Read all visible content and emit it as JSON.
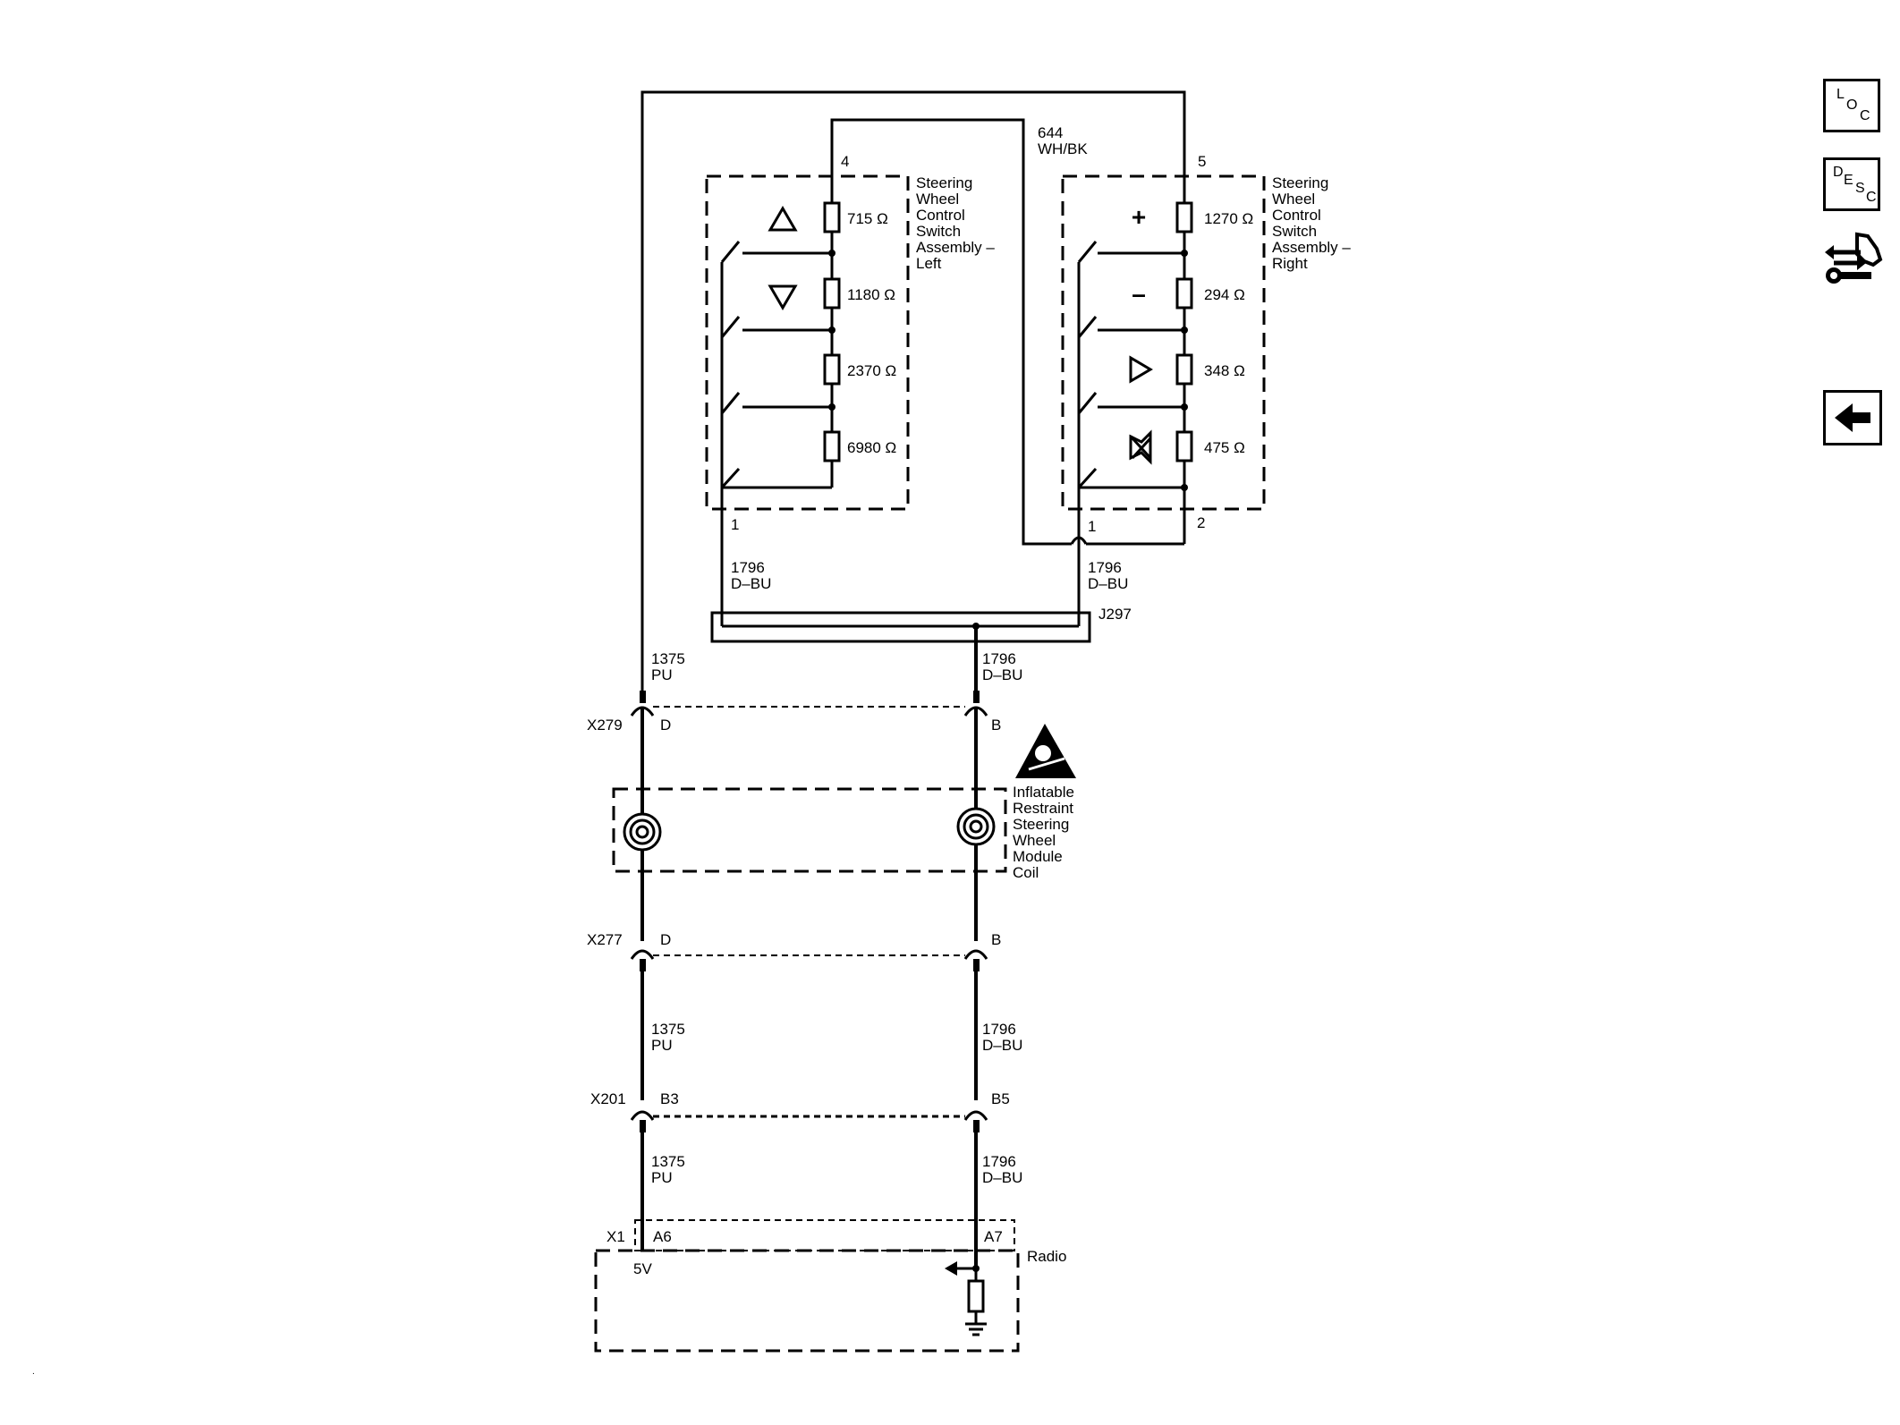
{
  "toolbar": {
    "loc_letters": [
      "L",
      "O",
      "C"
    ],
    "desc_letters": [
      "D",
      "E",
      "S",
      "C"
    ],
    "tool_icon": "service-tool-icon",
    "back_icon": "back-arrow-icon"
  },
  "wires": {
    "w644_num": "644",
    "w644_color": "WH/BK",
    "w1796_num": "1796",
    "w1796_color": "D–BU",
    "w1375_num": "1375",
    "w1375_color": "PU"
  },
  "left_switch": {
    "name_lines": [
      "Steering",
      "Wheel",
      "Control",
      "Switch",
      "Assembly –",
      "Left"
    ],
    "pin_top": "4",
    "pin_bottom": "1",
    "resistors": [
      "715 Ω",
      "1180 Ω",
      "2370 Ω",
      "6980 Ω"
    ],
    "buttons": [
      "up-triangle-icon",
      "down-triangle-icon"
    ]
  },
  "right_switch": {
    "name_lines": [
      "Steering",
      "Wheel",
      "Control",
      "Switch",
      "Assembly –",
      "Right"
    ],
    "pin_top": "5",
    "pin_bottom_left": "1",
    "pin_bottom_right": "2",
    "resistors": [
      "1270 Ω",
      "294 Ω",
      "348 Ω",
      "475 Ω"
    ],
    "buttons": [
      "+",
      "–"
    ]
  },
  "splice": "J297",
  "connectors": {
    "x279": {
      "name": "X279",
      "pin_left": "D",
      "pin_right": "B"
    },
    "x277": {
      "name": "X277",
      "pin_left": "D",
      "pin_right": "B"
    },
    "x201": {
      "name": "X201",
      "pin_left": "B3",
      "pin_right": "B5"
    },
    "x1": {
      "name": "X1",
      "pin_left": "A6",
      "pin_right": "A7"
    }
  },
  "coil": {
    "name_lines": [
      "Inflatable",
      "Restraint",
      "Steering",
      "Wheel",
      "Module",
      "Coil"
    ]
  },
  "radio": {
    "name": "Radio",
    "supply": "5V"
  }
}
